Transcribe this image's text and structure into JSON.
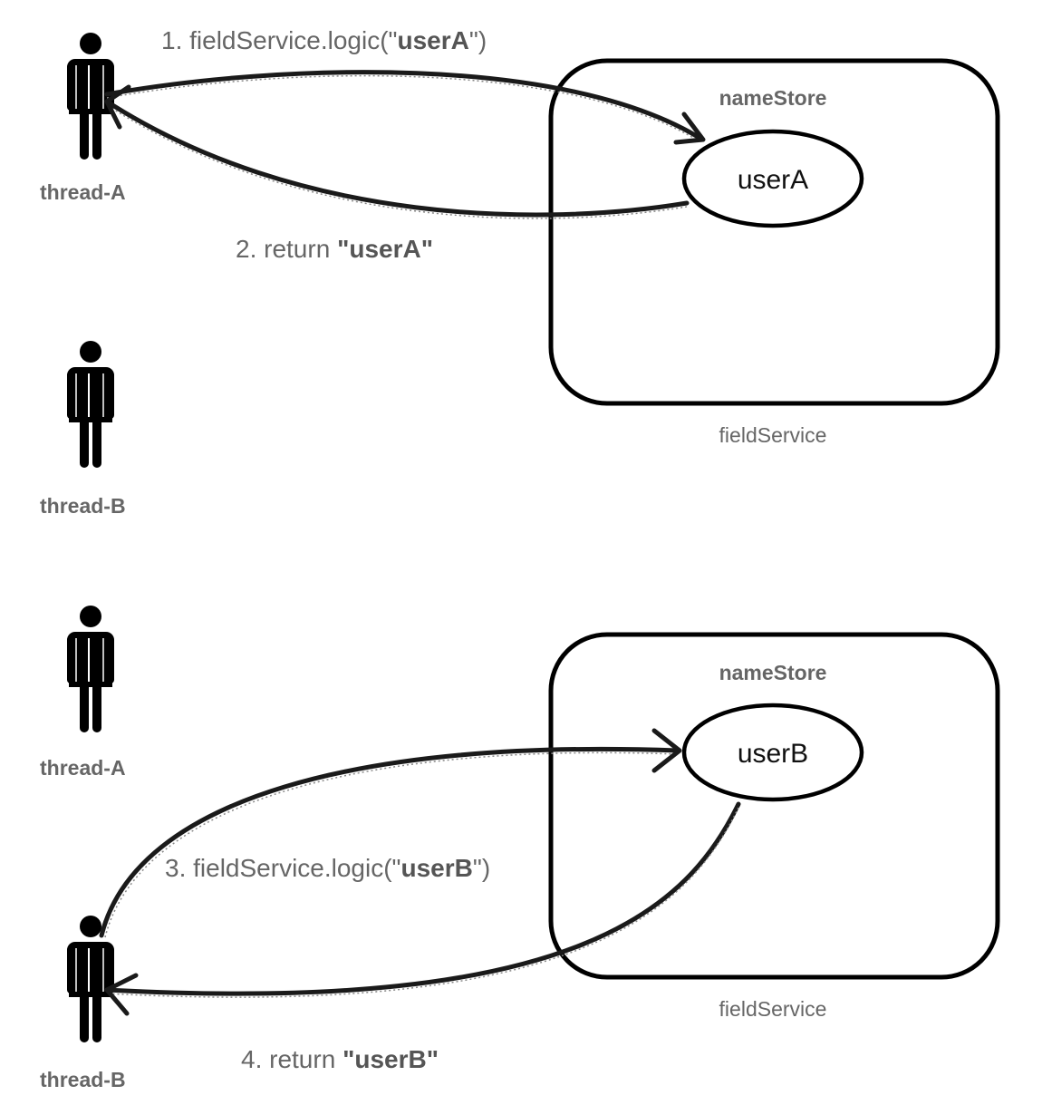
{
  "panel_top": {
    "actor_a": "thread-A",
    "actor_b": "thread-B",
    "service_label": "fieldService",
    "store_label": "nameStore",
    "store_value": "userA",
    "step1": {
      "prefix": "1. fieldService.logic(\"",
      "bold": "userA",
      "suffix": "\")"
    },
    "step2": {
      "prefix": "2. return ",
      "bold": "\"userA\"",
      "suffix": ""
    }
  },
  "panel_bottom": {
    "actor_a": "thread-A",
    "actor_b": "thread-B",
    "service_label": "fieldService",
    "store_label": "nameStore",
    "store_value": "userB",
    "step3": {
      "prefix": "3. fieldService.logic(\"",
      "bold": "userB",
      "suffix": "\")"
    },
    "step4": {
      "prefix": "4. return ",
      "bold": "\"userB\"",
      "suffix": ""
    }
  },
  "icons": {
    "actor": "person-icon"
  }
}
